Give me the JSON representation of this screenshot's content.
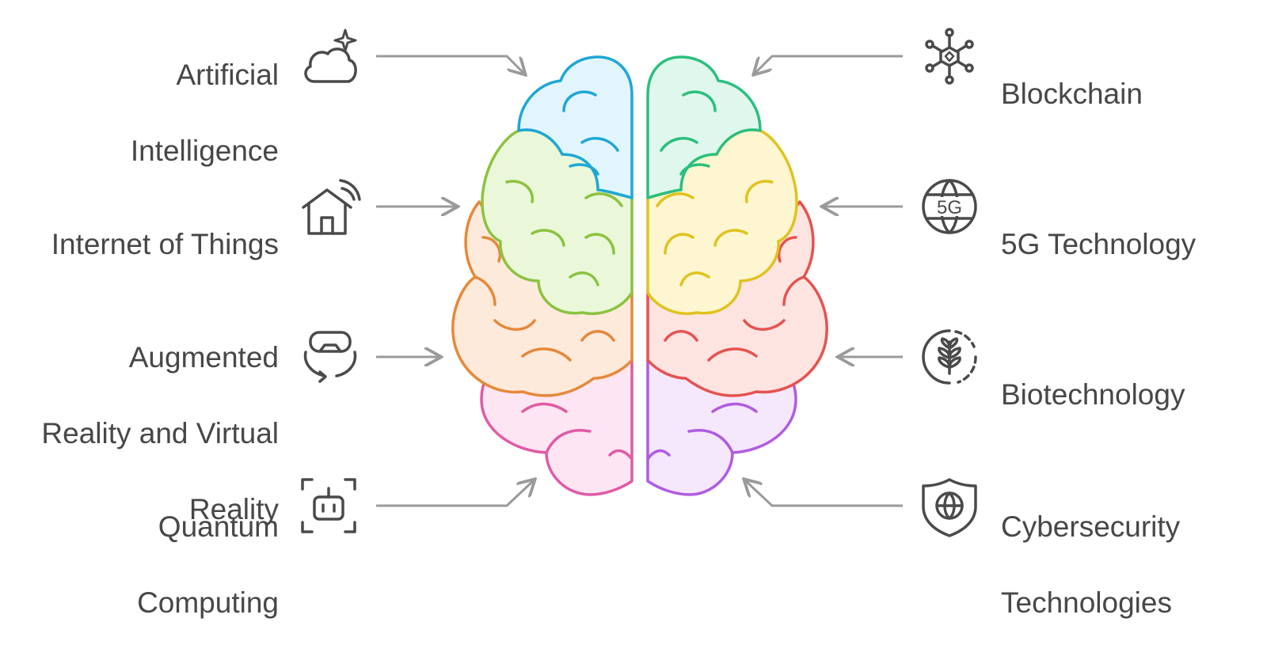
{
  "colors": {
    "text": "#474747",
    "arrow": "#9a9a9a",
    "icon": "#4a4a4a",
    "brain_blue": "#1ea7d6",
    "brain_green": "#2bbf7e",
    "brain_lime": "#8cc23f",
    "brain_yellow": "#e0c21e",
    "brain_orange": "#e6883a",
    "brain_red": "#e5524f",
    "brain_pink": "#e05aa5",
    "brain_purple": "#b05ce0"
  },
  "left_items": [
    {
      "lines": [
        "Artificial",
        "Intelligence"
      ],
      "icon": "cloud-sparkle-icon"
    },
    {
      "lines": [
        "Internet of Things"
      ],
      "icon": "smart-home-icon"
    },
    {
      "lines": [
        "Augmented",
        "Reality and Virtual",
        "Reality"
      ],
      "icon": "vr-headset-icon"
    },
    {
      "lines": [
        "Quantum",
        "Computing"
      ],
      "icon": "robot-chip-icon"
    }
  ],
  "right_items": [
    {
      "lines": [
        "Blockchain"
      ],
      "icon": "blockchain-network-icon"
    },
    {
      "lines": [
        "5G Technology"
      ],
      "icon": "5g-globe-icon"
    },
    {
      "lines": [
        "Biotechnology"
      ],
      "icon": "plant-leaf-icon"
    },
    {
      "lines": [
        "Cybersecurity",
        "Technologies"
      ],
      "icon": "shield-globe-icon"
    }
  ],
  "icon_text": {
    "five_g": "5G"
  }
}
